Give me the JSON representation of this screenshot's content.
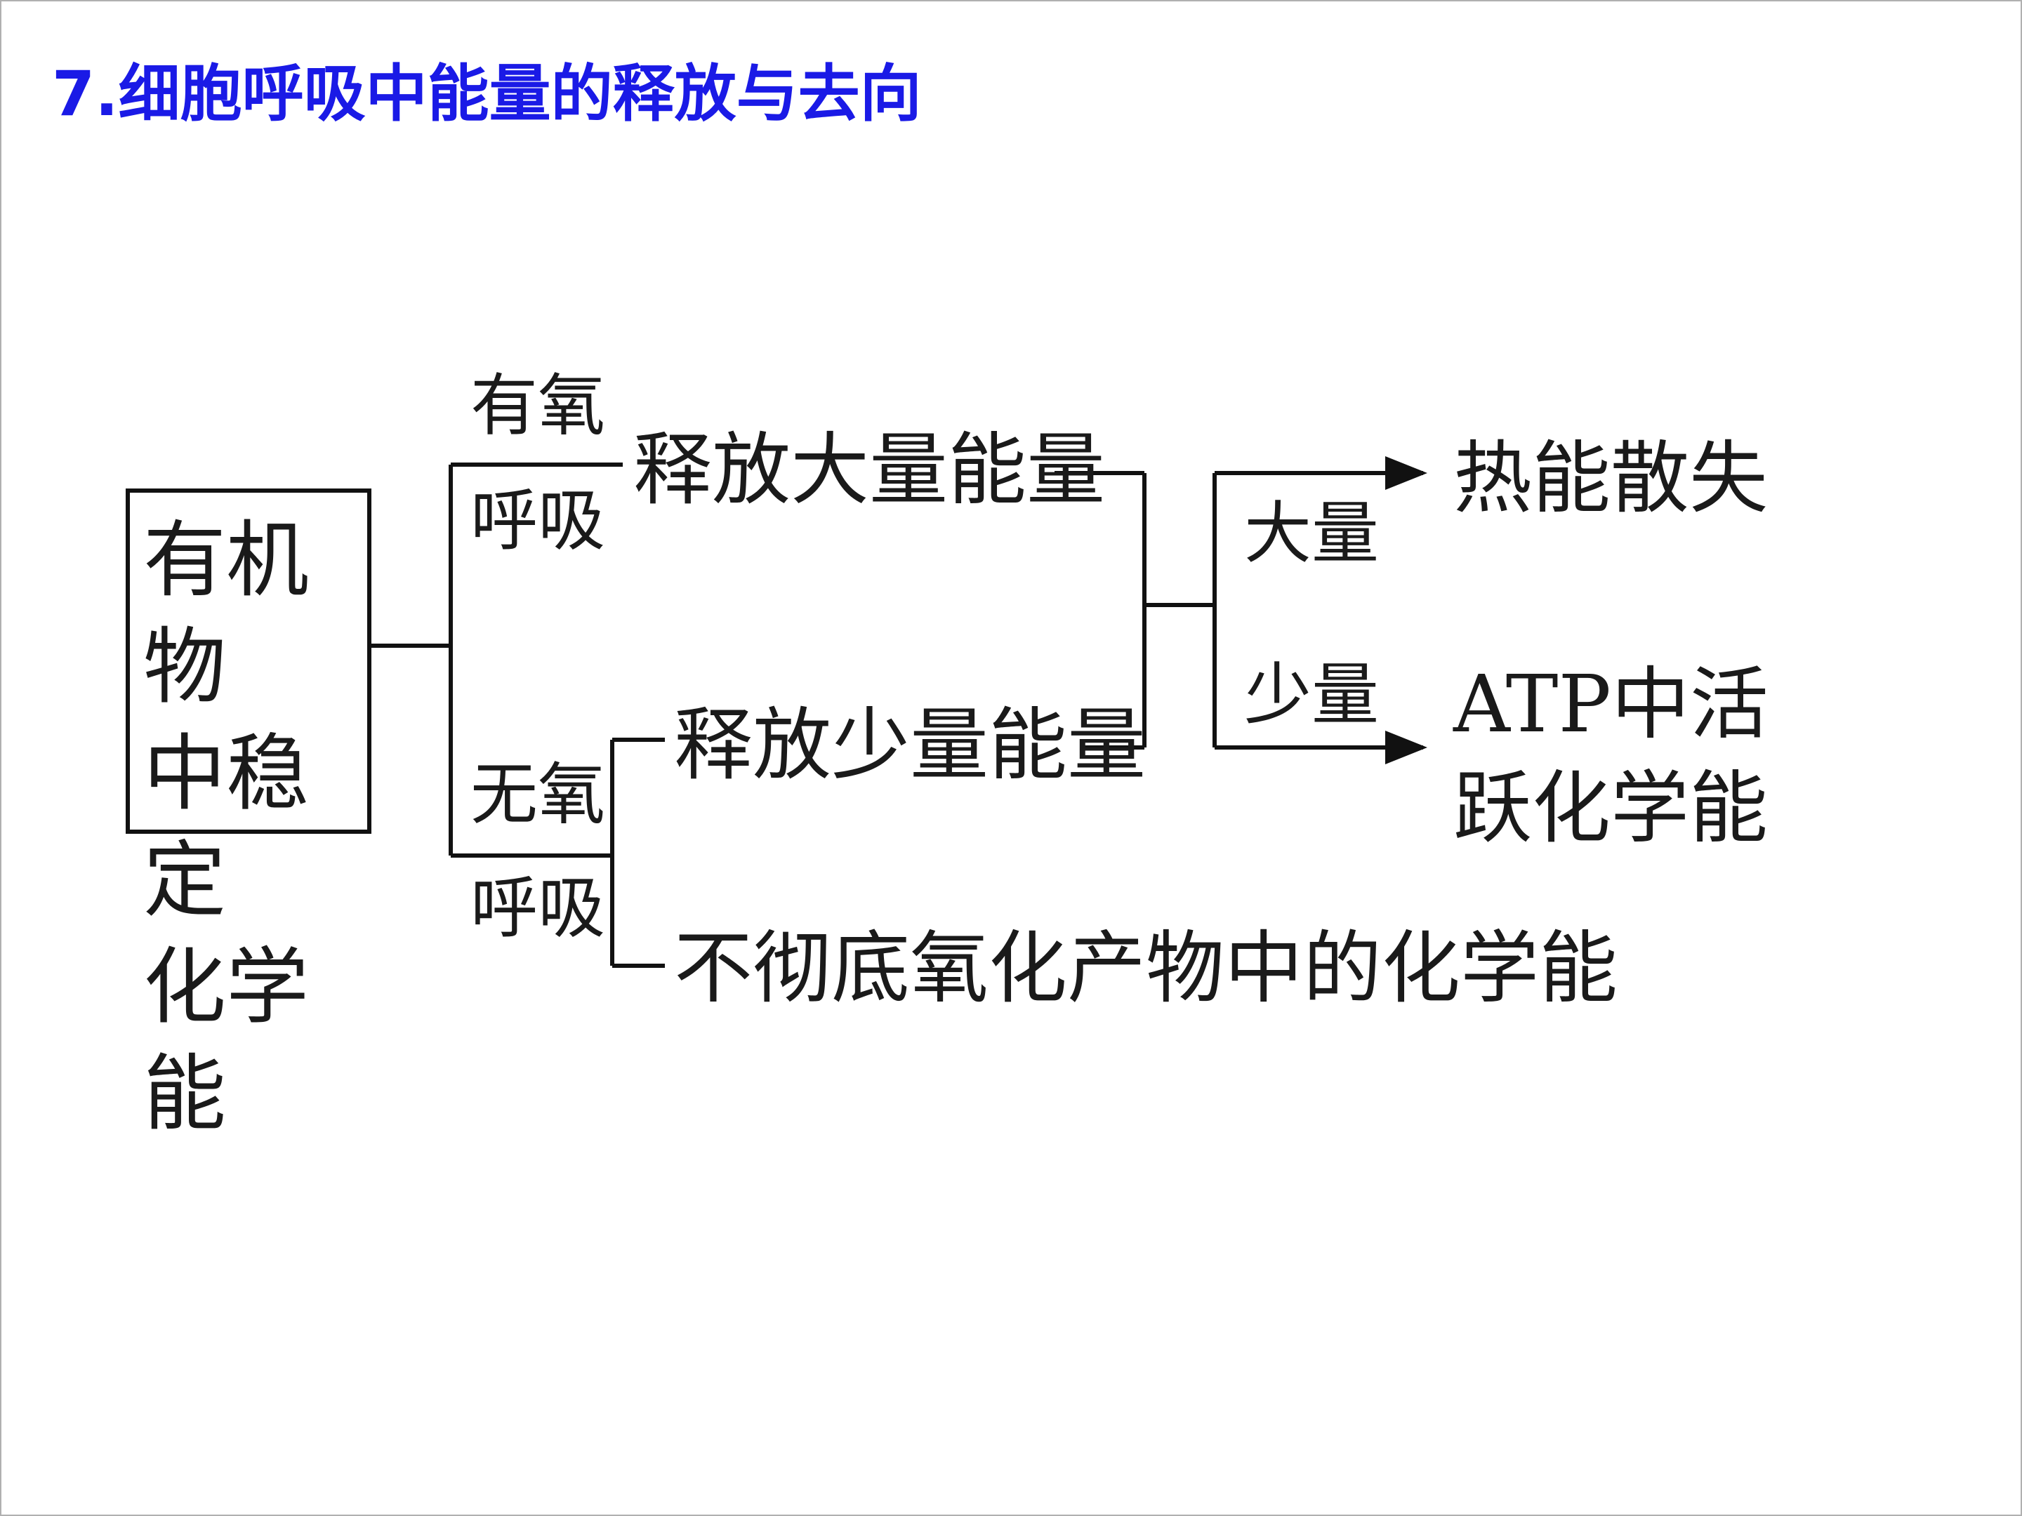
{
  "title": "7.细胞呼吸中能量的释放与去向",
  "source": {
    "line1": "有机物",
    "line2": "中稳定",
    "line3": "化学能"
  },
  "branches": {
    "aerobic_top": "有氧",
    "aerobic_bottom": "呼吸",
    "anaerobic_top": "无氧",
    "anaerobic_bottom": "呼吸"
  },
  "results": {
    "much_energy": "释放大量能量",
    "little_energy": "释放少量能量",
    "incomplete": "不彻底氧化产物中的化学能"
  },
  "split": {
    "large": "大量",
    "small": "少量"
  },
  "destinations": {
    "heat": "热能散失",
    "atp_line1": "ATP中活",
    "atp_line2": "跃化学能"
  }
}
